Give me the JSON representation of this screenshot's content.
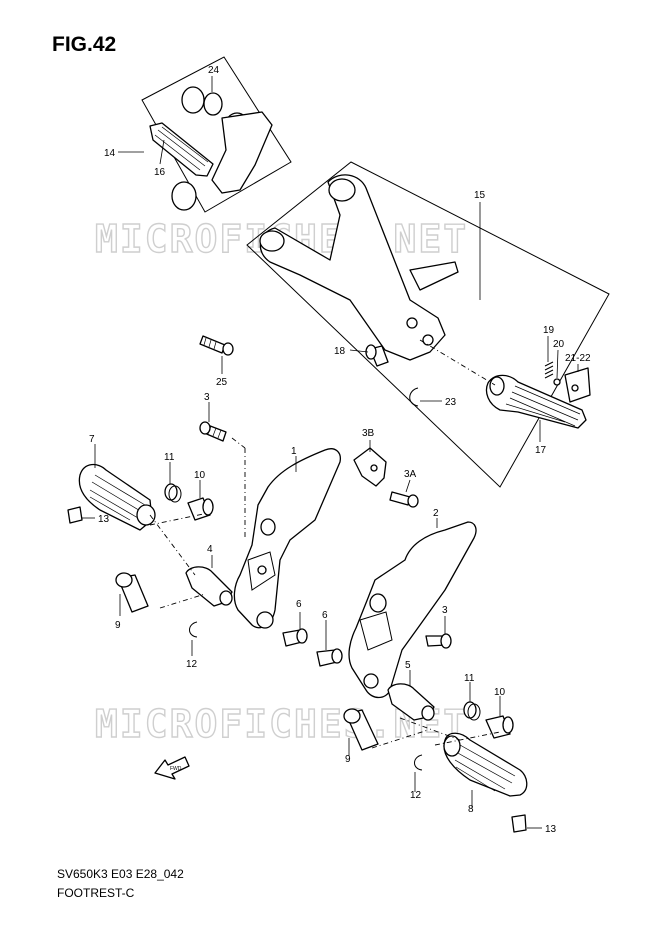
{
  "figure": {
    "title": "FIG.42",
    "model_code": "SV650K3 E03 E28_042",
    "name": "FOOTREST-C",
    "watermark": "MICROFICHES.NET"
  },
  "callouts": {
    "c1": "1",
    "c2": "2",
    "c3a": "3",
    "c3b": "3",
    "c3A": "3A",
    "c3B": "3B",
    "c4": "4",
    "c5": "5",
    "c6a": "6",
    "c6b": "6",
    "c7": "7",
    "c8": "8",
    "c9a": "9",
    "c9b": "9",
    "c10a": "10",
    "c10b": "10",
    "c11a": "11",
    "c11b": "11",
    "c12a": "12",
    "c12b": "12",
    "c13a": "13",
    "c13b": "13",
    "c14": "14",
    "c15": "15",
    "c16": "16",
    "c17": "17",
    "c18": "18",
    "c19": "19",
    "c20": "20",
    "c2122": "21-22",
    "c23": "23",
    "c24": "24",
    "c25": "25"
  },
  "fwd_arrow": {
    "label": "FWD",
    "icon": "forward-arrow-icon"
  }
}
